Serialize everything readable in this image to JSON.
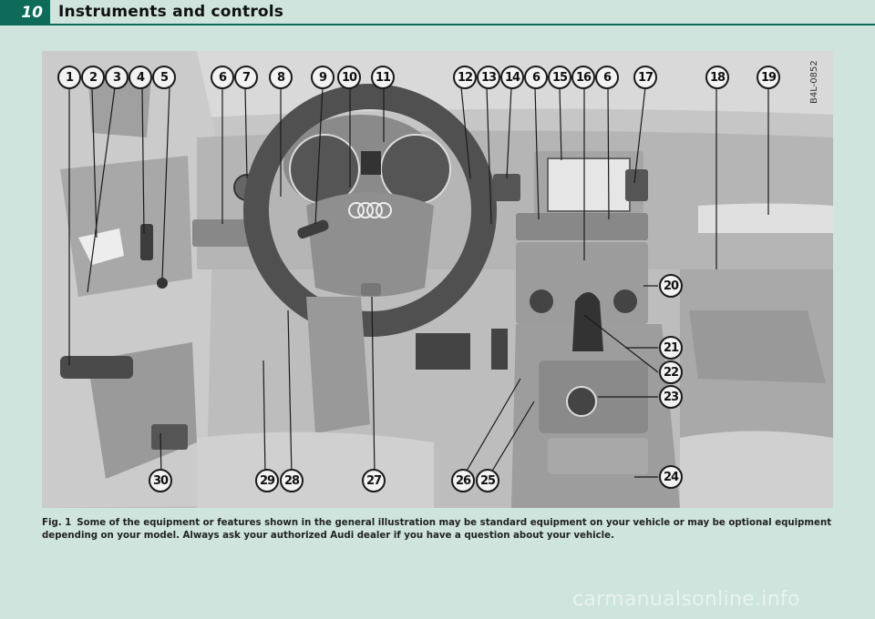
{
  "header": {
    "page_number": "10",
    "title": "Instruments and controls"
  },
  "figure": {
    "code": "B4L-0852",
    "callouts": [
      "1",
      "2",
      "3",
      "4",
      "5",
      "6",
      "7",
      "8",
      "9",
      "10",
      "11",
      "12",
      "13",
      "14",
      "6",
      "15",
      "16",
      "6",
      "17",
      "18",
      "19",
      "20",
      "21",
      "22",
      "23",
      "24",
      "25",
      "26",
      "27",
      "28",
      "29",
      "30"
    ],
    "steering_wheel_logo": "audi-rings-logo"
  },
  "caption": {
    "label": "Fig. 1",
    "text": "Some of the equipment or features shown in the general illustration may be standard equipment on your vehicle or may be optional equipment depending on your model. Always ask your authorized Audi dealer if you have a question about your vehicle."
  },
  "watermark": "carmanualsonline.info",
  "colors": {
    "accent": "#0e6b5a",
    "background": "#cfe4dd"
  }
}
